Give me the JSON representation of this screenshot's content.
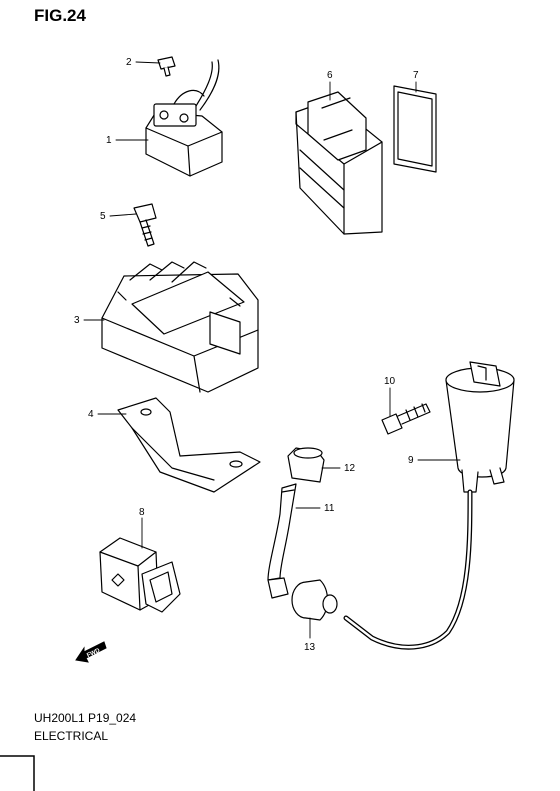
{
  "figure": {
    "title": "FIG.24"
  },
  "callouts": {
    "c1": "1",
    "c2": "2",
    "c3": "3",
    "c4": "4",
    "c5": "5",
    "c6": "6",
    "c7": "7",
    "c8": "8",
    "c9": "9",
    "c10": "10",
    "c11": "11",
    "c12": "12",
    "c13": "13"
  },
  "direction_marker": {
    "label": "FWD",
    "icon": "front-direction-arrow-icon"
  },
  "footer": {
    "code": "UH200L1 P19_024",
    "section": "ELECTRICAL"
  }
}
